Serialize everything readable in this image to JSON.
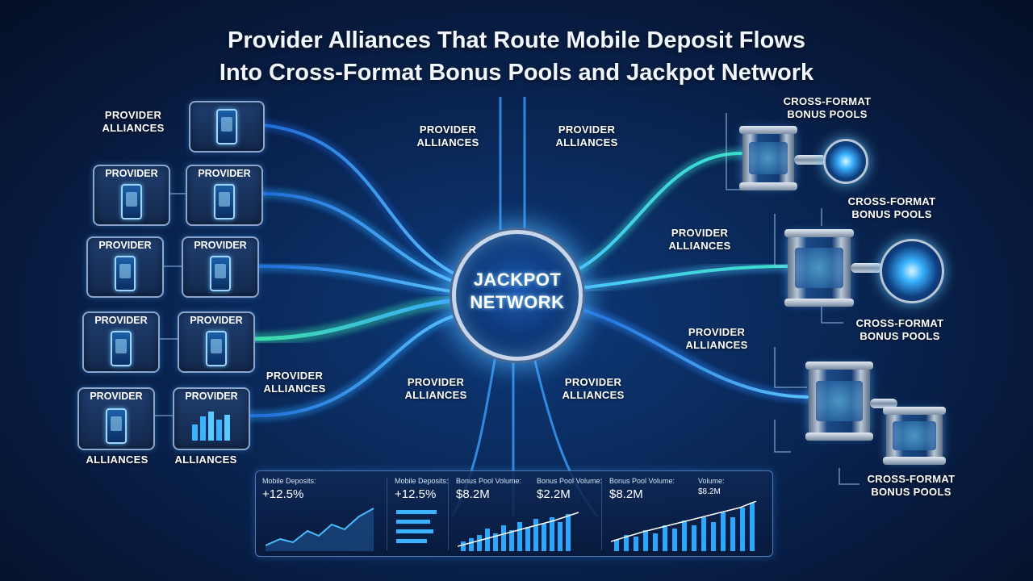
{
  "title": {
    "line1": "Provider Alliances That Route Mobile Deposit Flows",
    "line2": "Into Cross-Format Bonus Pools and Jackpot Network"
  },
  "hub": {
    "line1": "JACKPOT",
    "line2": "NETWORK"
  },
  "left_labels": {
    "top_line1": "PROVIDER",
    "top_line2": "ALLIANCES",
    "bottom_a": "ALLIANCES",
    "bottom_b": "ALLIANCES",
    "mid_line1": "PROVIDER",
    "mid_line2": "ALLIANCES"
  },
  "cards": [
    {
      "title": ""
    },
    {
      "title": "PROVIDER"
    },
    {
      "title": "PROVIDER"
    },
    {
      "title": "PROVIDER"
    },
    {
      "title": "PROVIDER"
    },
    {
      "title": "PROVIDER"
    },
    {
      "title": "PROVIDER"
    },
    {
      "title": "PROVIDER"
    },
    {
      "title": "PROVIDER"
    }
  ],
  "center_labels": [
    {
      "l1": "PROVIDER",
      "l2": "ALLIANCES"
    },
    {
      "l1": "PROVIDER",
      "l2": "ALLIANCES"
    },
    {
      "l1": "PROVIDER",
      "l2": "ALLIANCES"
    },
    {
      "l1": "PROVIDER",
      "l2": "ALLIANCES"
    }
  ],
  "right_labels": [
    {
      "l1": "PROVIDER",
      "l2": "ALLIANCES"
    },
    {
      "l1": "PROVIDER",
      "l2": "ALLIANCES"
    }
  ],
  "pools": [
    {
      "l1": "CROSS-FORMAT",
      "l2": "BONUS POOLS"
    },
    {
      "l1": "CROSS-FORMAT",
      "l2": "BONUS POOLS"
    },
    {
      "l1": "CROSS-FORMAT",
      "l2": "BONUS POOLS"
    },
    {
      "l1": "CROSS-FORMAT",
      "l2": "BONUS POOLS"
    }
  ],
  "dashboard": [
    {
      "label": "Mobile Deposits:",
      "value": "+12.5%"
    },
    {
      "label": "Mobile Deposits:",
      "value": "+12.5%"
    },
    {
      "label": "Bonus Pool Volume:",
      "value": "$8.2M"
    },
    {
      "label": "Bonus Pool Volume:",
      "value": "$2.2M"
    },
    {
      "label": "Bonus Pool Volume:",
      "value": "$8.2M"
    },
    {
      "label": "Volume:",
      "value": "$8.2M"
    }
  ],
  "colors": {
    "background": "#0a2a5c",
    "flow_blue": "#2f8cff",
    "flow_cyan": "#39d4ff",
    "flow_green": "#38e0b0",
    "chart_bar": "#2aa8ff"
  }
}
